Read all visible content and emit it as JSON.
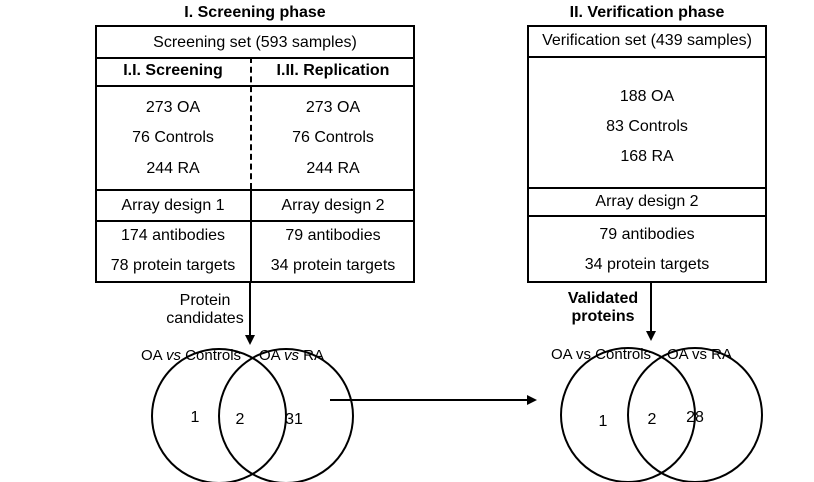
{
  "screening": {
    "phase_title": "I. Screening phase",
    "set_label": "Screening set (593 samples)",
    "col1_title": "I.I. Screening",
    "col2_title": "I.II. Replication",
    "col1_groups": [
      "273 OA",
      "76 Controls",
      "244 RA"
    ],
    "col2_groups": [
      "273 OA",
      "76 Controls",
      "244 RA"
    ],
    "col1_design": "Array design 1",
    "col2_design": "Array design 2",
    "col1_targets": [
      "174 antibodies",
      "78 protein targets"
    ],
    "col2_targets": [
      "79 antibodies",
      "34 protein targets"
    ],
    "arrow_label_line1": "Protein",
    "arrow_label_line2": "candidates"
  },
  "verification": {
    "phase_title": "II. Verification phase",
    "set_label": "Verification set (439 samples)",
    "groups": [
      "188 OA",
      "83 Controls",
      "168 RA"
    ],
    "design": "Array design 2",
    "targets": [
      "79 antibodies",
      "34 protein targets"
    ],
    "arrow_label_line1": "Validated",
    "arrow_label_line2": "proteins"
  },
  "venn_left": {
    "label_a_pre": "OA ",
    "label_a_vs": "vs",
    "label_a_post": " Controls",
    "label_b_pre": "OA ",
    "label_b_vs": "vs",
    "label_b_post": " RA",
    "only_a": "1",
    "both": "2",
    "only_b": "31"
  },
  "venn_right": {
    "label_a": "OA vs Controls",
    "label_b": "OA vs RA",
    "only_a": "1",
    "both": "2",
    "only_b": "28"
  }
}
